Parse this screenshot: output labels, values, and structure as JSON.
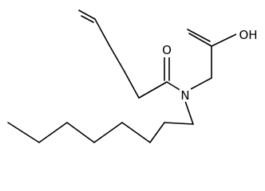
{
  "molecule": {
    "atoms": {
      "nitrogen": "N",
      "carbonyl_oxygen": "O",
      "hydroxyl": "OH"
    }
  }
}
